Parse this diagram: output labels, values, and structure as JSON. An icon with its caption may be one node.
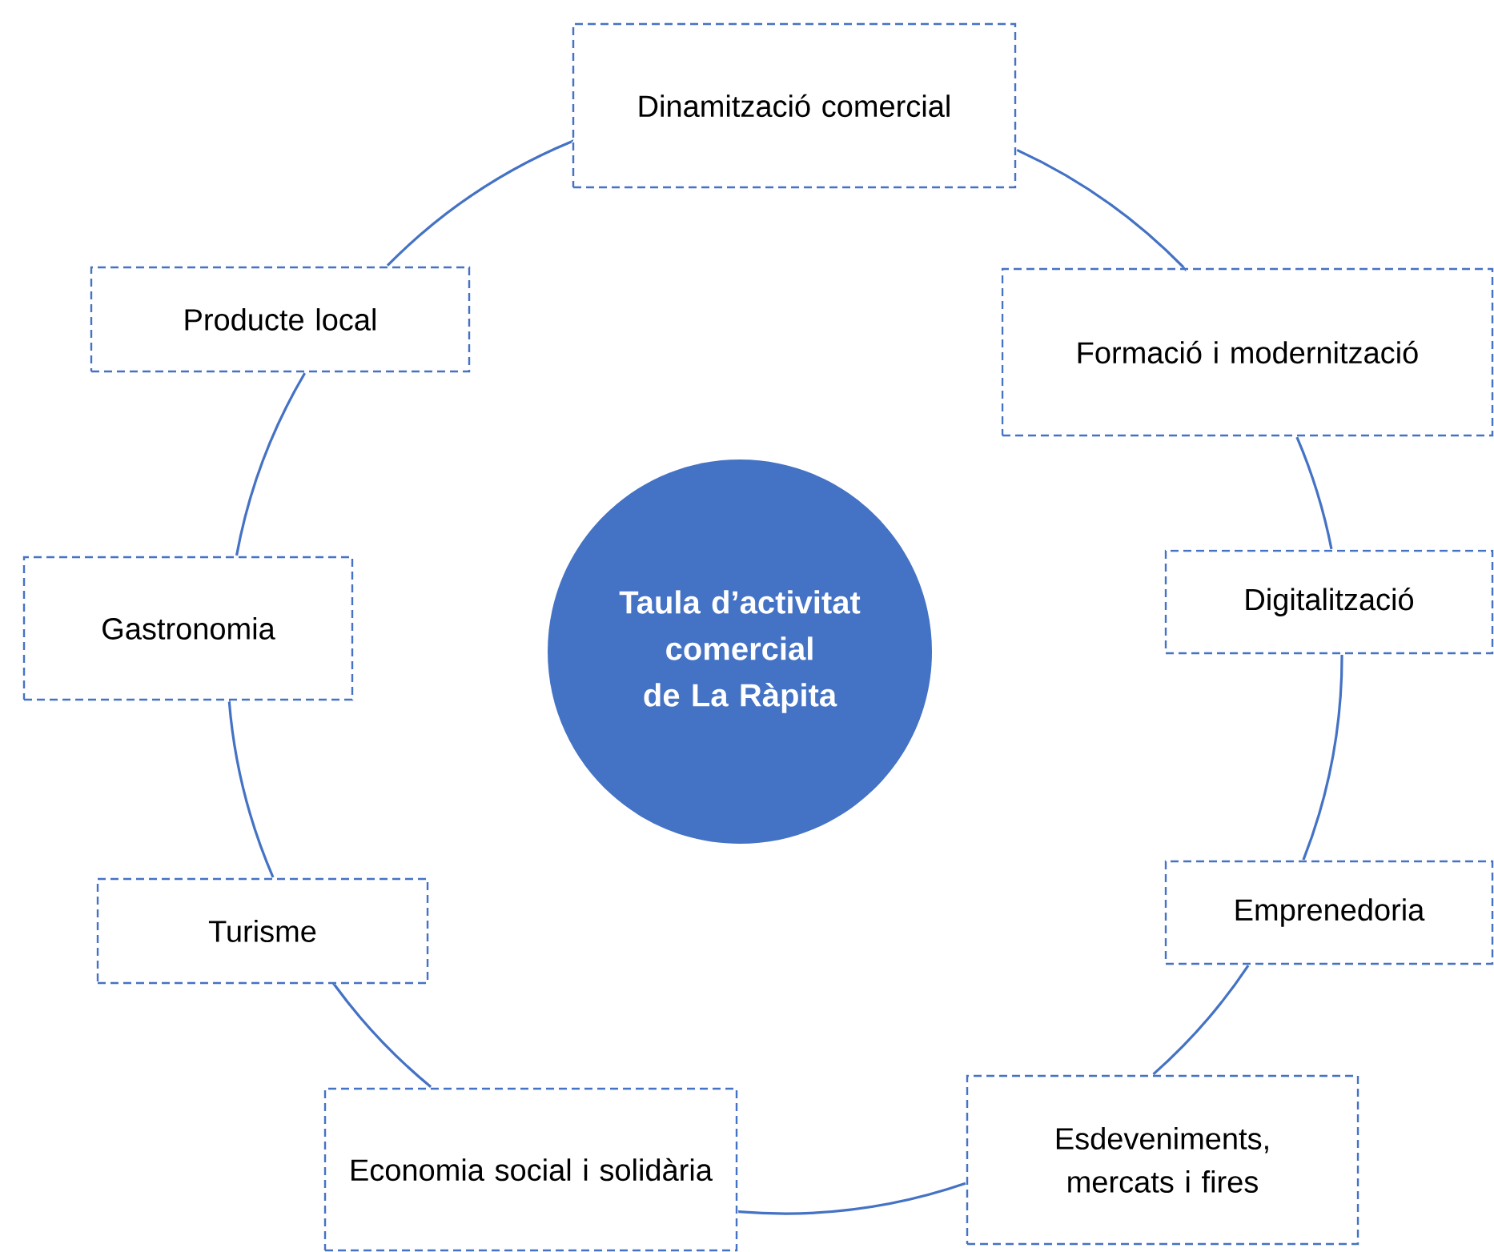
{
  "diagram": {
    "nodes": [
      {
        "text": [
          "Dinamització comercial"
        ]
      },
      {
        "text": [
          "Producte local"
        ]
      },
      {
        "text": [
          "Formació i modernització"
        ]
      },
      {
        "text": [
          "Taula d’activitat comercial de La Ràpita"
        ]
      },
      {
        "text": [
          "Gastronomia"
        ]
      },
      {
        "text": [
          "Digitalització"
        ]
      },
      {
        "text": [
          "Emprenedoria"
        ]
      },
      {
        "text": [
          "Turisme"
        ]
      },
      {
        "text": [
          "Esdeveniments, mercats i fires"
        ]
      },
      {
        "text": [
          "Economia social i solidària"
        ]
      }
    ],
    "edges": [
      {
        "from": 0,
        "to": 2,
        "arrow": "none"
      },
      {
        "from": 2,
        "to": 5,
        "arrow": "none"
      },
      {
        "from": 5,
        "to": 6,
        "arrow": "none"
      },
      {
        "from": 6,
        "to": 8,
        "arrow": "none"
      },
      {
        "from": 8,
        "to": 9,
        "arrow": "none"
      },
      {
        "from": 9,
        "to": 7,
        "arrow": "none"
      },
      {
        "from": 7,
        "to": 4,
        "arrow": "none"
      },
      {
        "from": 4,
        "to": 1,
        "arrow": "none"
      },
      {
        "from": 1,
        "to": 0,
        "arrow": "none"
      }
    ]
  }
}
